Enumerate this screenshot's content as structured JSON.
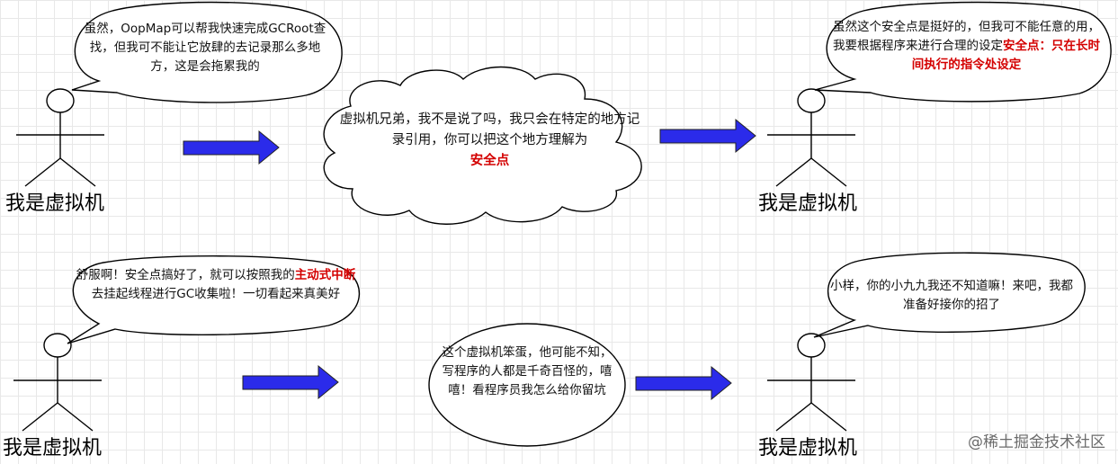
{
  "panels": [
    {
      "left_actor": {
        "label": "我是虚拟机"
      },
      "left_speech": {
        "text": "虽然，OopMap可以帮我快速完成GCRoot查找，但我可不能让它放肆的去记录那么多地方，这是会拖累我的"
      },
      "middle_thought": {
        "text": "虚拟机兄弟，我不是说了吗，我只会在特定的地方记录引用，你可以把这个地方理解为",
        "highlight": "安全点"
      },
      "right_actor": {
        "label": "我是虚拟机"
      },
      "right_speech": {
        "text": "虽然这个安全点是挺好的，但我可不能任意的用，我要根据程序来进行合理的设定",
        "highlight": "安全点：只在长时间执行的指令处设定"
      }
    },
    {
      "left_actor": {
        "label": "我是虚拟机"
      },
      "left_speech": {
        "text_before": "舒服啊！安全点搞好了，就可以按照我的",
        "highlight": "主动式中断",
        "text_after": "去挂起线程进行GC收集啦！一切看起来真美好"
      },
      "middle_thought": {
        "text": "这个虚拟机笨蛋，他可能不知，写程序的人都是千奇百怪的，嘻嘻！看程序员我怎么给你留坑"
      },
      "right_actor": {
        "label": "我是虚拟机"
      },
      "right_speech": {
        "text": "小样，你的小九九我还不知道嘛！来吧，我都准备好接你的招了"
      }
    }
  ],
  "watermark": "@稀土掘金技术社区",
  "colors": {
    "arrow": "#2b2bea",
    "highlight": "#d40000",
    "grid": "#e8e8e8"
  }
}
